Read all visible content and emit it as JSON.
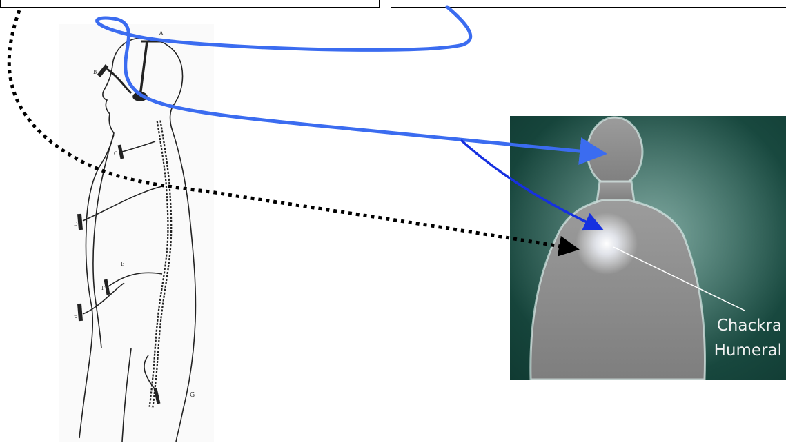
{
  "diagram": {
    "figure_letters": [
      "A",
      "B",
      "C",
      "D",
      "E",
      "F",
      "E",
      "G"
    ],
    "chakra_label_line1": "Chackra",
    "chakra_label_line2": "Humeral"
  },
  "colors": {
    "curve_blue": "#3b6cf0",
    "arrow_blue": "#1630e0",
    "dotted_black": "#000000",
    "panel_teal": "#1b4d43",
    "figure_skin": "#a3a3a3"
  }
}
